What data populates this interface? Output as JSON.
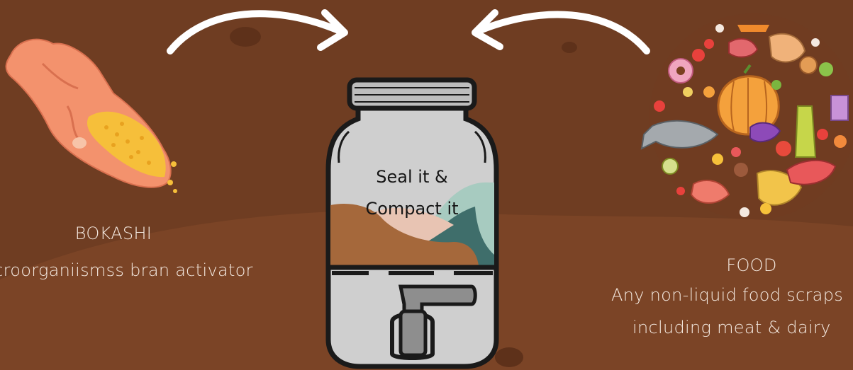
{
  "bokashi": {
    "title": "BOKASHI",
    "subtitle": "Microorganiismss bran activator"
  },
  "jar": {
    "line1": "Seal it &",
    "line2": "Compact it"
  },
  "food": {
    "title": "FOOD",
    "line1": "Any non-liquid food scraps",
    "line2": "including meat & dairy"
  },
  "colors": {
    "background": "#6f3d22",
    "ground": "#7b4426",
    "text_light": "#f4e9e0",
    "arrow": "#ffffff",
    "jar_glass": "#cfcfcf",
    "jar_outline": "#1a1a1a",
    "compost_brown": "#a5683b",
    "compost_pink": "#e8c4b3",
    "compost_teal": "#3f6e6b",
    "compost_mint": "#a7cbc0",
    "hand": "#f3926d",
    "bran": "#f6bf3a"
  }
}
